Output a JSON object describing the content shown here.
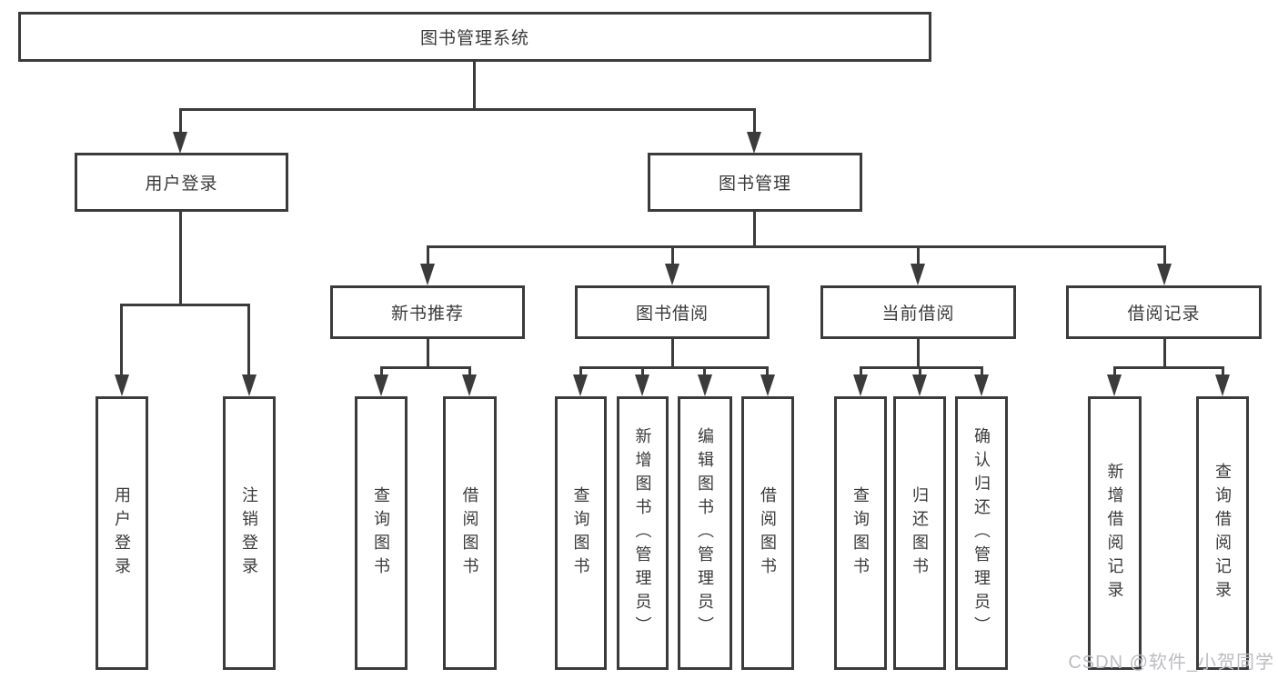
{
  "diagram": {
    "root": "图书管理系统",
    "level2": {
      "user_login": "用户登录",
      "book_management": "图书管理"
    },
    "level3": {
      "new_book_recommend": "新书推荐",
      "book_borrow": "图书借阅",
      "current_borrow": "当前借阅",
      "borrow_record": "借阅记录"
    },
    "leaves": {
      "user_login": [
        "用户登录",
        "注销登录"
      ],
      "new_book_recommend": [
        "查询图书",
        "借阅图书"
      ],
      "book_borrow": [
        "查询图书",
        "新增图书（管理员）",
        "编辑图书（管理员）",
        "借阅图书"
      ],
      "current_borrow": [
        "查询图书",
        "归还图书",
        "确认归还（管理员）"
      ],
      "borrow_record": [
        "新增借阅记录",
        "查询借阅记录"
      ]
    }
  },
  "watermark": "CSDN @软件_小贺同学",
  "colors": {
    "line": "#3b3b3b",
    "text": "#3a3a3a",
    "watermark": "#bcbcc2",
    "background": "#ffffff"
  }
}
